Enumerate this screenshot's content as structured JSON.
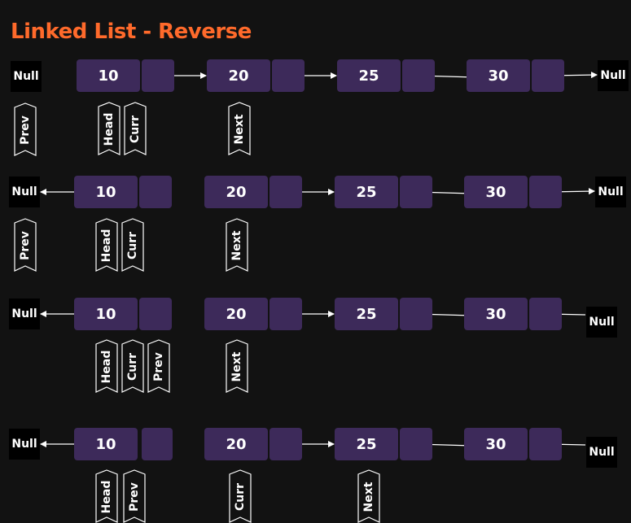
{
  "title": "Linked List - Reverse",
  "null_label": "Null",
  "rows": [
    {
      "nodes": [
        "10",
        "20",
        "25",
        "30"
      ],
      "tags": [
        "Prev",
        "Head",
        "Curr",
        "Next"
      ]
    },
    {
      "nodes": [
        "10",
        "20",
        "25",
        "30"
      ],
      "tags": [
        "Prev",
        "Head",
        "Curr",
        "Next"
      ]
    },
    {
      "nodes": [
        "10",
        "20",
        "25",
        "30"
      ],
      "tags": [
        "Head",
        "Curr",
        "Prev",
        "Next"
      ]
    },
    {
      "nodes": [
        "10",
        "20",
        "25",
        "30"
      ],
      "tags": [
        "Head",
        "Prev",
        "Curr",
        "Next"
      ]
    }
  ]
}
